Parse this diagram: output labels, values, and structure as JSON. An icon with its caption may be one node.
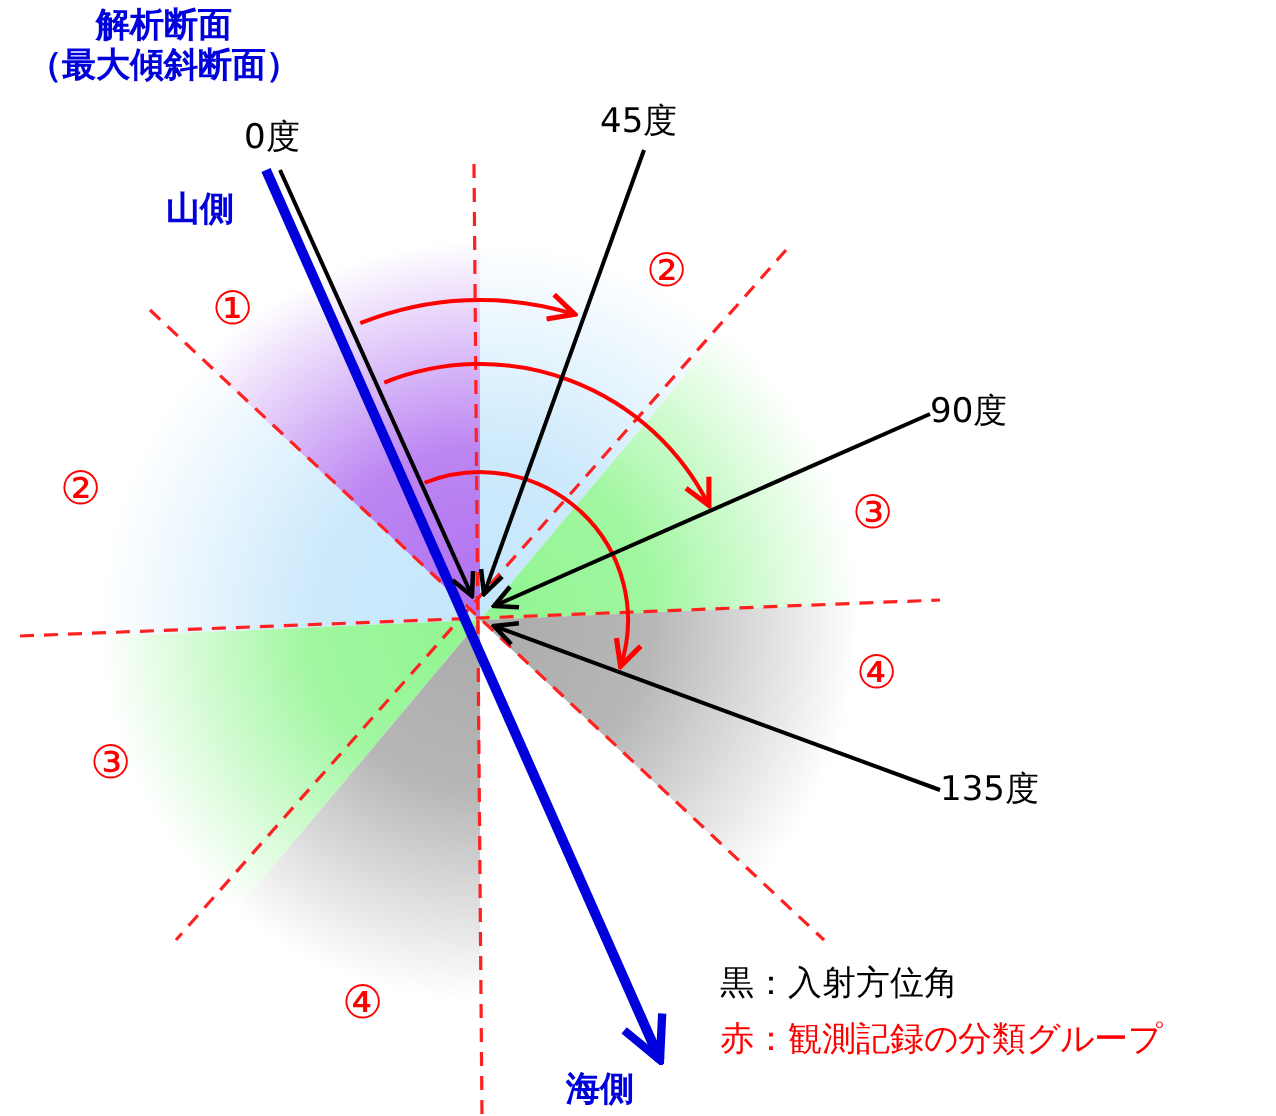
{
  "diagram": {
    "nodes": [
      {
        "text": [
          "0度"
        ]
      },
      {
        "text": [
          "45度"
        ]
      },
      {
        "text": [
          "90度"
        ]
      },
      {
        "text": [
          "135度"
        ]
      }
    ],
    "edges": [
      {
        "from": 0,
        "to": null,
        "arrow": "to"
      },
      {
        "from": 1,
        "to": null,
        "arrow": "to"
      },
      {
        "from": 2,
        "to": null,
        "arrow": "to"
      },
      {
        "from": 3,
        "to": null,
        "arrow": "to"
      }
    ],
    "labels": [
      "解析断面（最大傾斜断面）",
      "山側",
      "②",
      "①",
      "②",
      "③",
      "④",
      "③",
      "④",
      "海側"
    ],
    "legend": [
      {
        "text": "黒：入射方位角",
        "color": "#000000"
      },
      {
        "text": "赤：観測記録の分類グループ",
        "color": "#ff0000"
      }
    ]
  }
}
